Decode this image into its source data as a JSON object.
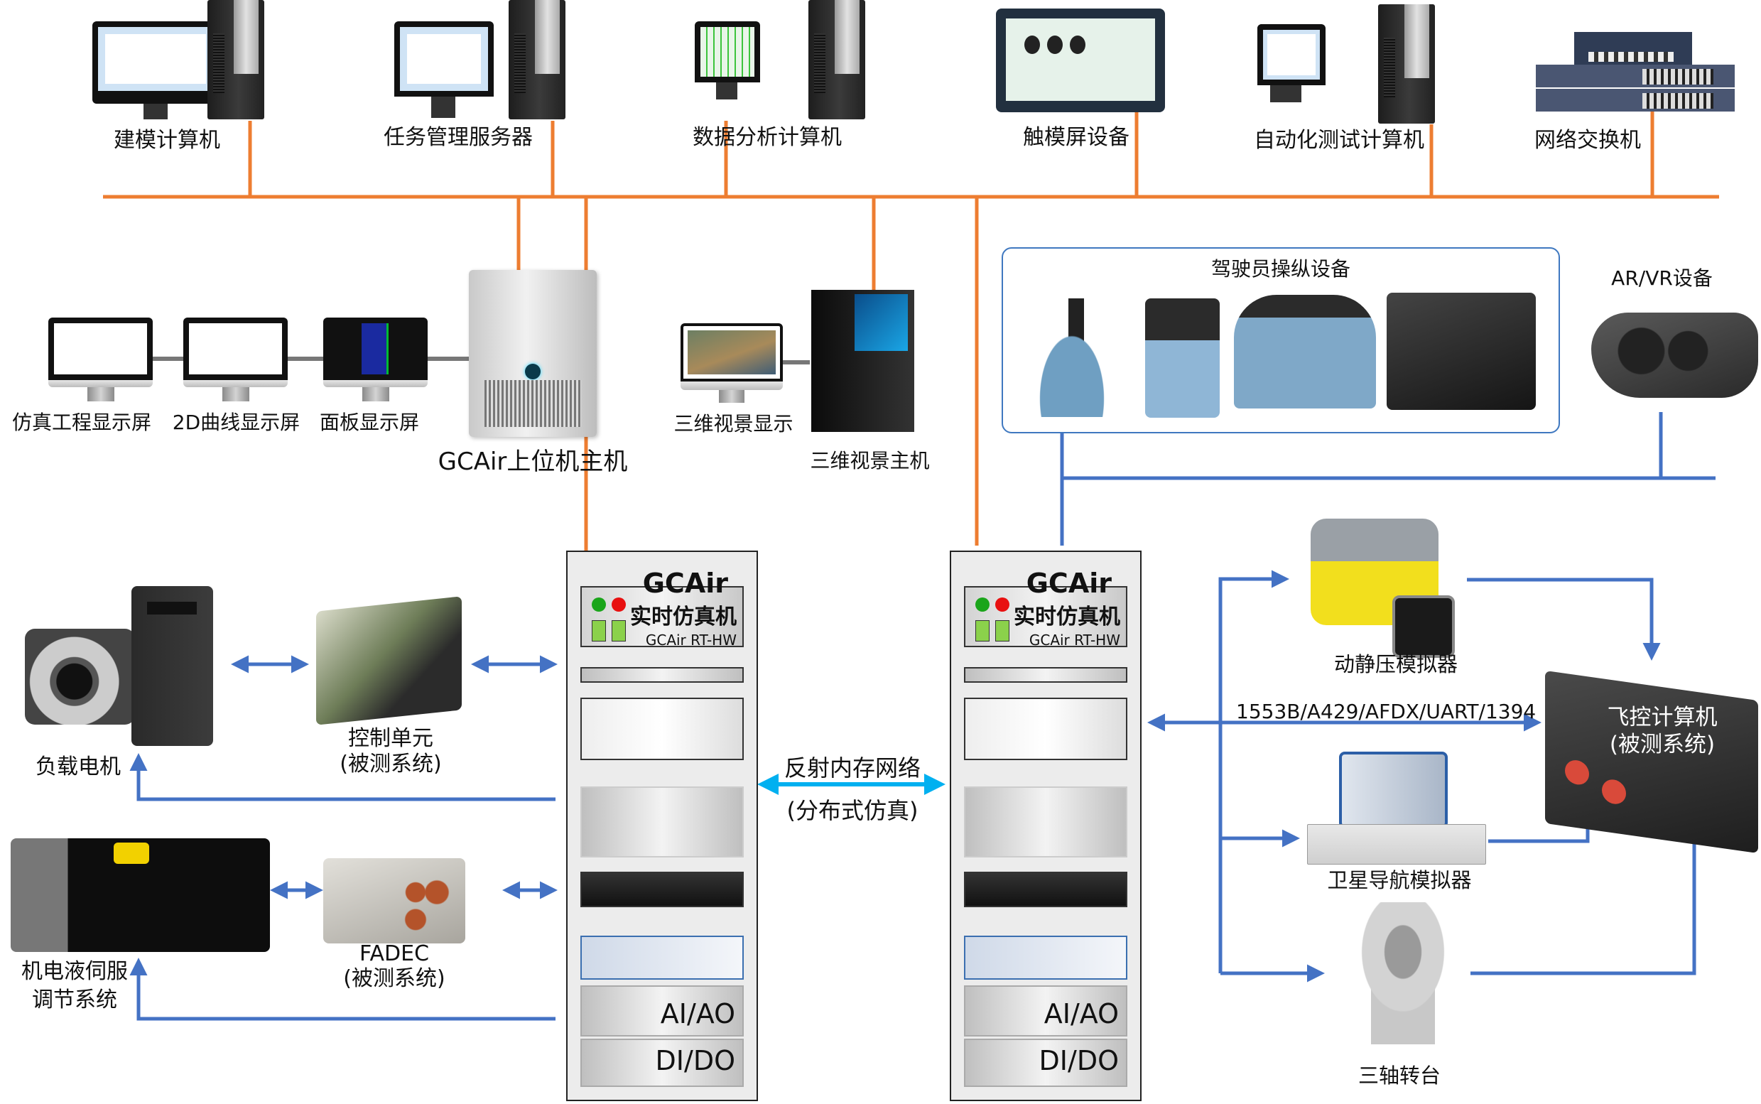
{
  "top_row": {
    "modeling_pc": "建模计算机",
    "task_server": "任务管理服务器",
    "data_analysis_pc": "数据分析计算机",
    "touch_screen": "触模屏设备",
    "auto_test_pc": "自动化测试计算机",
    "network_switch": "网络交换机"
  },
  "middle_row": {
    "sim_project_display": "仿真工程显示屏",
    "curve_2d_display": "2D曲线显示屏",
    "panel_display": "面板显示屏",
    "gcair_host": "GCAir上位机主机",
    "visual_3d_display": "三维视景显示",
    "visual_3d_host": "三维视景主机",
    "pilot_controls_title": "驾驶员操纵设备",
    "arvr": "AR/VR设备"
  },
  "racks": [
    {
      "brand": "GCAir",
      "title": "实时仿真机",
      "model": "GCAir RT-HW",
      "io_analog": "AI/AO",
      "io_digital": "DI/DO"
    },
    {
      "brand": "GCAir",
      "title": "实时仿真机",
      "model": "GCAir RT-HW",
      "io_analog": "AI/AO",
      "io_digital": "DI/DO"
    }
  ],
  "reflective_memory": {
    "line1": "反射内存网络",
    "line2": "(分布式仿真)"
  },
  "left_devices": {
    "load_motor": "负载电机",
    "control_unit_l1": "控制单元",
    "control_unit_l2": "(被测系统)",
    "servo_l1": "机电液伺服",
    "servo_l2": "调节系统",
    "fadec_l1": "FADEC",
    "fadec_l2": "(被测系统)"
  },
  "right_devices": {
    "pitot_static": "动静压模拟器",
    "bus_protocols": "1553B/A429/AFDX/UART/1394",
    "fcc_l1": "飞控计算机",
    "fcc_l2": "(被测系统)",
    "gnss_sim": "卫星导航模拟器",
    "three_axis": "三轴转台"
  },
  "colors": {
    "ethernet": "#ED7D31",
    "signal": "#4472C4",
    "reflective_memory": "#00B0F0"
  }
}
